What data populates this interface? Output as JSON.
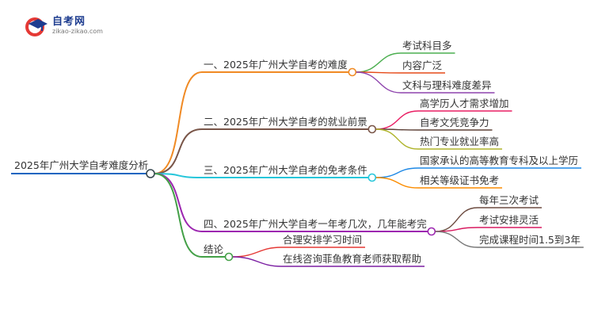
{
  "logo": {
    "name": "自考网",
    "url": "zikao-zikao.com"
  },
  "root": "2025年广州大学自考难度分析",
  "branches": [
    {
      "label": "一、2025年广州大学自考的难度",
      "color": "#f08a24",
      "children": [
        {
          "label": "考试科目多",
          "color": "#4caf50"
        },
        {
          "label": "内容广泛",
          "color": "#e64a19"
        },
        {
          "label": "文科与理科难度差异",
          "color": "#8e44ad"
        }
      ]
    },
    {
      "label": "二、2025年广州大学自考的就业前景",
      "color": "#795548",
      "children": [
        {
          "label": "高学历人才需求增加",
          "color": "#e91e63"
        },
        {
          "label": "自考文凭竞争力",
          "color": "#5d4037"
        },
        {
          "label": "热门专业就业率高",
          "color": "#afb42b"
        }
      ]
    },
    {
      "label": "三、2025年广州大学自考的免考条件",
      "color": "#26c6da",
      "children": [
        {
          "label": "国家承认的高等教育专科及以上学历",
          "color": "#1e88e5"
        },
        {
          "label": "相关等级证书免考",
          "color": "#fb8c00"
        }
      ]
    },
    {
      "label": "四、2025年广州大学自考一年考几次，几年能考完",
      "color": "#9c27b0",
      "children": [
        {
          "label": "每年三次考试",
          "color": "#6d4c41"
        },
        {
          "label": "考试安排灵活",
          "color": "#d81b60"
        },
        {
          "label": "完成课程时间1.5到3年",
          "color": "#757575"
        }
      ]
    },
    {
      "label": "结论",
      "color": "#43a047",
      "children": [
        {
          "label": "合理安排学习时间",
          "color": "#e53935"
        },
        {
          "label": "在线咨询菲鱼教育老师获取帮助",
          "color": "#7b1fa2"
        }
      ]
    }
  ],
  "colors": {
    "root": "#1565c0"
  }
}
